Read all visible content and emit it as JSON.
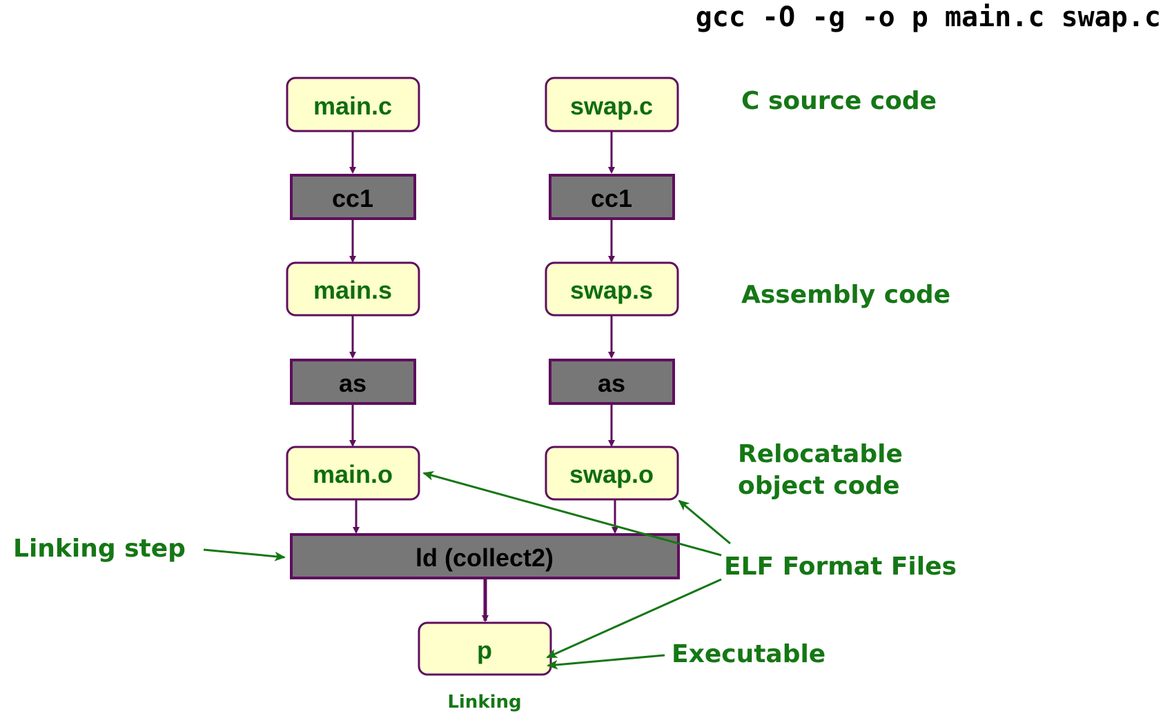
{
  "command": "gcc -O -g -o p main.c swap.c",
  "nodes": {
    "main_c": "main.c",
    "swap_c": "swap.c",
    "cc1_left": "cc1",
    "cc1_right": "cc1",
    "main_s": "main.s",
    "swap_s": "swap.s",
    "as_left": "as",
    "as_right": "as",
    "main_o": "main.o",
    "swap_o": "swap.o",
    "ld": "ld (collect2)",
    "p": "p"
  },
  "labels": {
    "source": "C source code",
    "assembly": "Assembly code",
    "relocatable_line1": "Relocatable",
    "relocatable_line2": "object code",
    "linking_step": "Linking step",
    "elf": "ELF Format Files",
    "executable": "Executable",
    "caption": "Linking"
  },
  "colors": {
    "file_fill": "#ffffcc",
    "file_border": "#5e0e5e",
    "tool_fill": "#777777",
    "label_green": "#157715",
    "file_text_green": "#0d6e0d"
  }
}
